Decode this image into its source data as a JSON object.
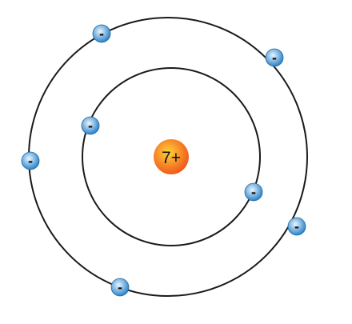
{
  "atom": {
    "nucleus_label": "7+",
    "electron_label": "-",
    "colors": {
      "orbit": "#1a1a1a",
      "nucleus_center": "#ffd23a",
      "nucleus_edge": "#f0521a",
      "electron_center": "#eaf6ff",
      "electron_edge": "#2a82c8",
      "electron_rim": "#1f6aa5",
      "label": "#111111"
    },
    "shells": [
      {
        "electron_count": 2
      },
      {
        "electron_count": 5
      }
    ]
  }
}
